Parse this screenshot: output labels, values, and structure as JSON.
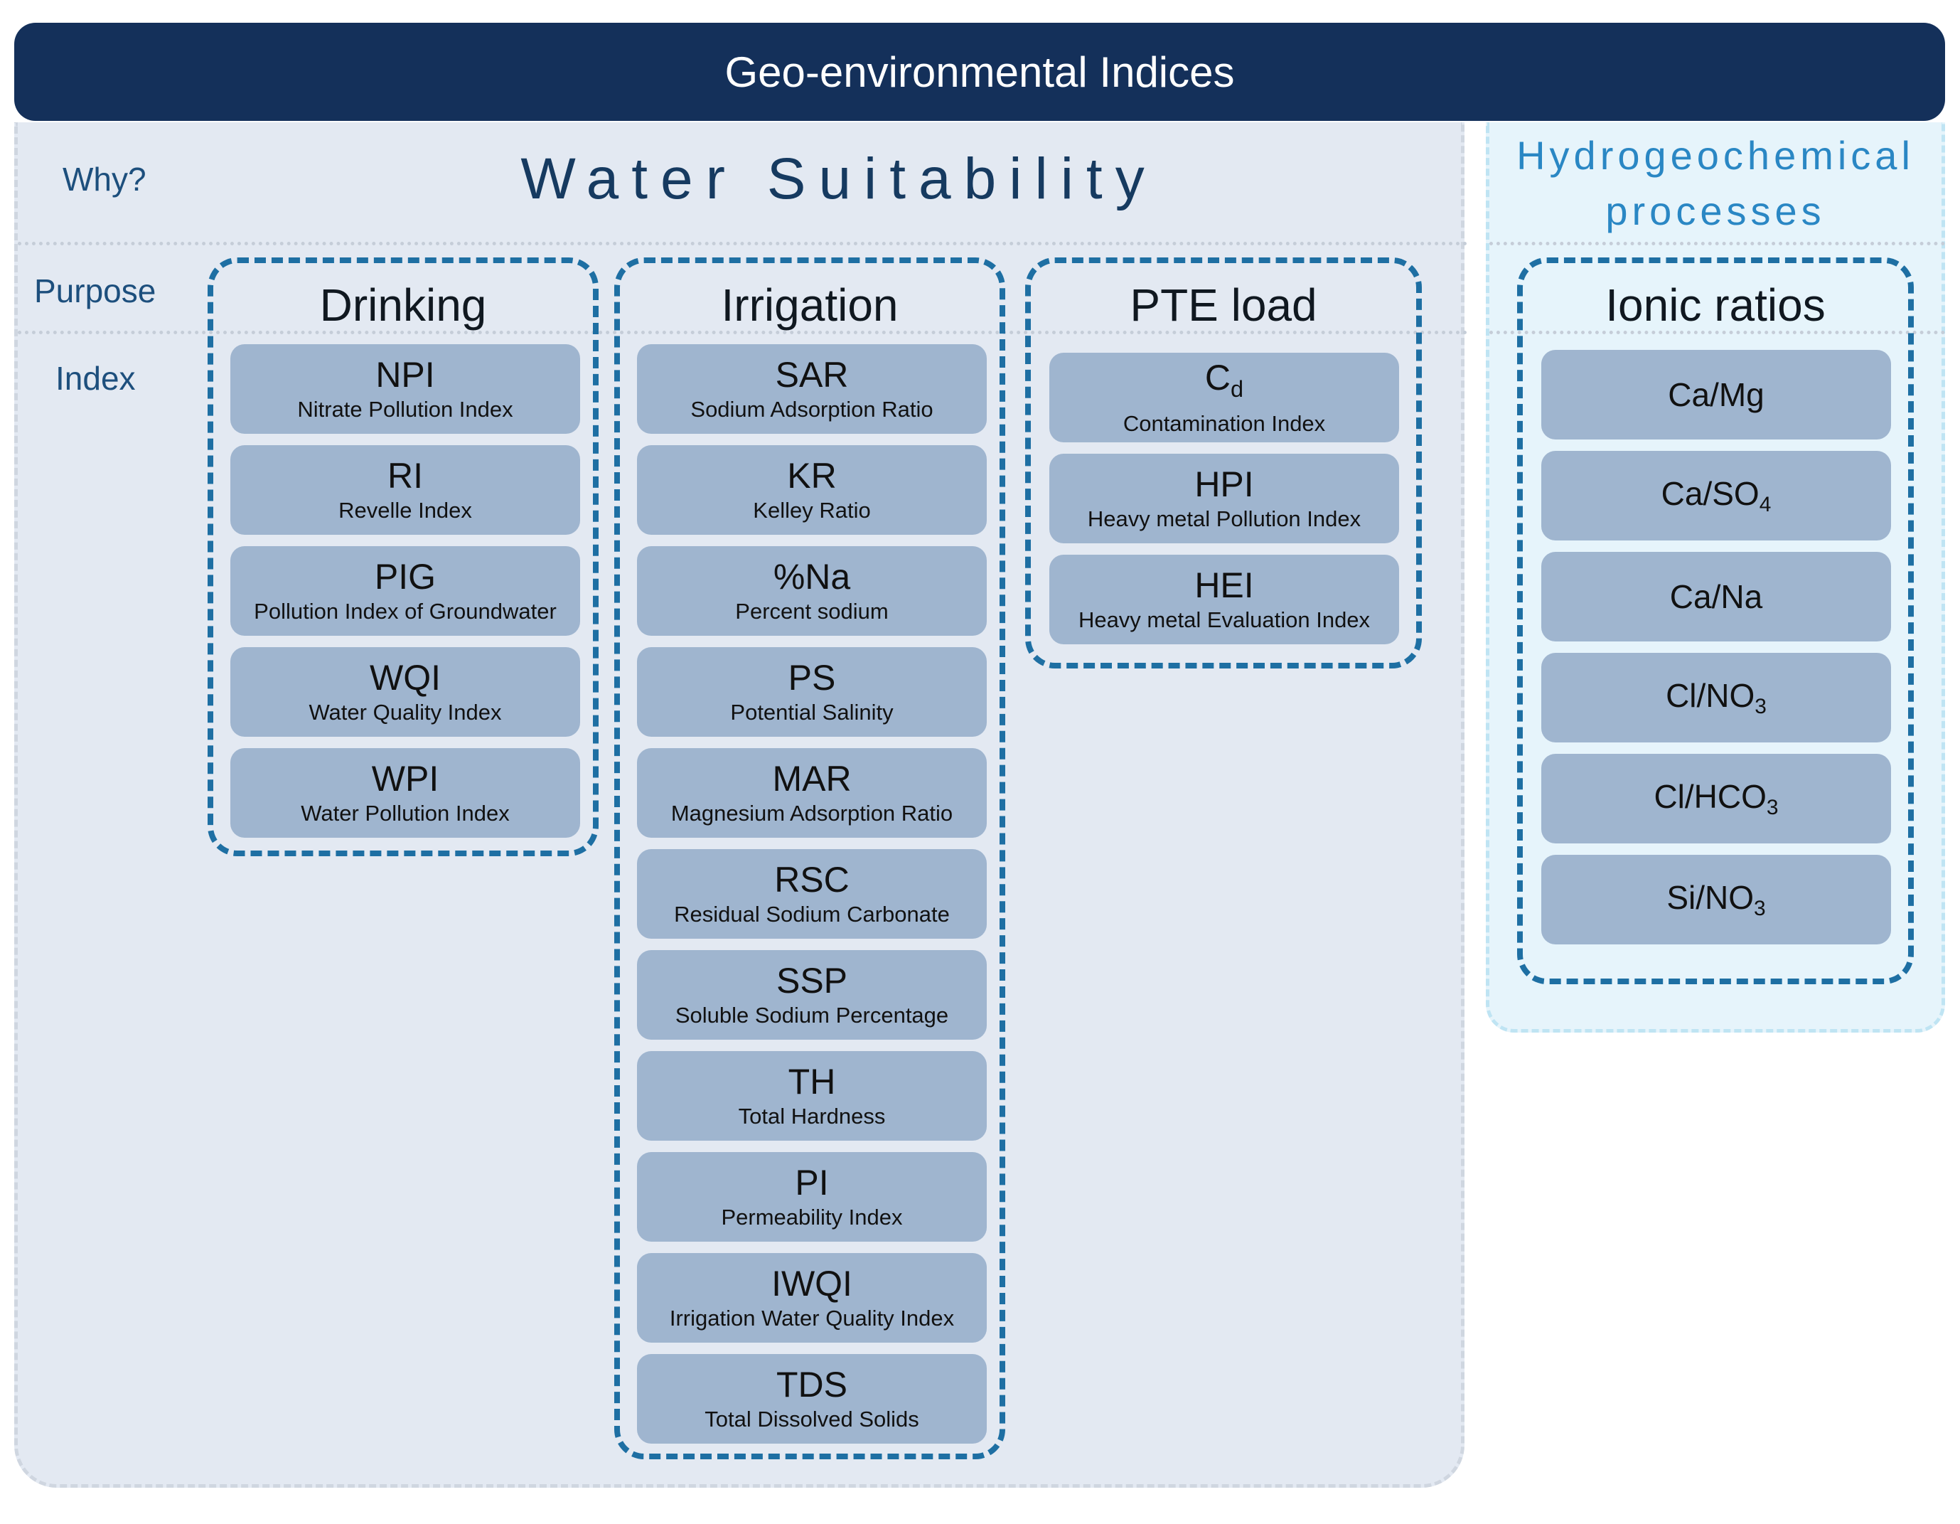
{
  "header": {
    "title": "Geo-environmental Indices"
  },
  "row_labels": {
    "why": "Why?",
    "purpose": "Purpose",
    "index": "Index"
  },
  "water_suitability": {
    "title": "Water Suitability",
    "groups": {
      "drinking": {
        "title": "Drinking",
        "items": [
          {
            "abbr": "NPI",
            "full": "Nitrate Pollution Index"
          },
          {
            "abbr": "RI",
            "full": "Revelle Index"
          },
          {
            "abbr": "PIG",
            "full": "Pollution Index of Groundwater"
          },
          {
            "abbr": "WQI",
            "full": "Water Quality Index"
          },
          {
            "abbr": "WPI",
            "full": "Water Pollution Index"
          }
        ]
      },
      "irrigation": {
        "title": "Irrigation",
        "items": [
          {
            "abbr": "SAR",
            "full": "Sodium Adsorption Ratio"
          },
          {
            "abbr": "KR",
            "full": "Kelley Ratio"
          },
          {
            "abbr": "%Na",
            "full": "Percent sodium"
          },
          {
            "abbr": "PS",
            "full": "Potential Salinity"
          },
          {
            "abbr": "MAR",
            "full": "Magnesium Adsorption Ratio"
          },
          {
            "abbr": "RSC",
            "full": "Residual Sodium Carbonate"
          },
          {
            "abbr": "SSP",
            "full": "Soluble Sodium Percentage"
          },
          {
            "abbr": "TH",
            "full": "Total Hardness"
          },
          {
            "abbr": "PI",
            "full": "Permeability Index"
          },
          {
            "abbr": "IWQI",
            "full": "Irrigation Water Quality Index"
          },
          {
            "abbr": "TDS",
            "full": "Total Dissolved Solids"
          }
        ]
      },
      "pte_load": {
        "title": "PTE load",
        "items": [
          {
            "abbr_main": "C",
            "abbr_sub": "d",
            "full": "Contamination Index"
          },
          {
            "abbr": "HPI",
            "full": "Heavy metal Pollution Index"
          },
          {
            "abbr": "HEI",
            "full": "Heavy metal Evaluation Index"
          }
        ]
      }
    }
  },
  "hydrogeochemical": {
    "title_line1": "Hydrogeochemical",
    "title_line2": "processes",
    "group": {
      "title": "Ionic ratios",
      "items": [
        {
          "main": "Ca/Mg",
          "sub": ""
        },
        {
          "main": "Ca/SO",
          "sub": "4"
        },
        {
          "main": "Ca/Na",
          "sub": ""
        },
        {
          "main": "Cl/NO",
          "sub": "3"
        },
        {
          "main": "Cl/HCO",
          "sub": "3"
        },
        {
          "main": "Si/NO",
          "sub": "3"
        }
      ]
    }
  },
  "colors": {
    "header_bg": "#14305a",
    "panel_bg": "#e3e9f2",
    "hydro_bg": "#e6f4fb",
    "card_bg": "#9fb5cf",
    "dashed_border": "#1e6fa3",
    "label_text": "#1d4f7d",
    "hydro_title": "#2a87c4"
  }
}
